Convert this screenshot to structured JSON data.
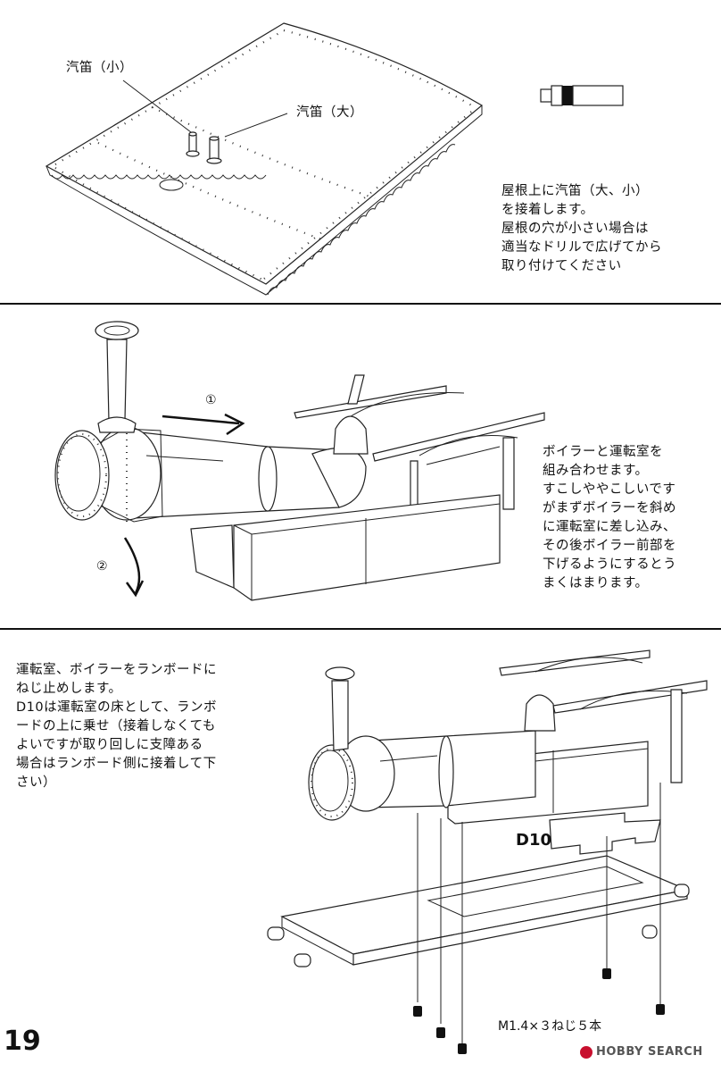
{
  "section1": {
    "label_small": "汽笛（小）",
    "label_large": "汽笛（大）",
    "instructions": [
      "屋根上に汽笛（大、小）",
      "を接着します。",
      "屋根の穴が小さい場合は",
      "適当なドリルで広げてから",
      "取り付けてください"
    ]
  },
  "section2": {
    "step1": "①",
    "step2": "②",
    "instructions": [
      "ボイラーと運転室を",
      "組み合わせます。",
      "すこしややこしいです",
      "がまずボイラーを斜め",
      "に運転室に差し込み、",
      "その後ボイラー前部を",
      "下げるようにするとう",
      "まくはまります。"
    ]
  },
  "section3": {
    "instructions": [
      "運転室、ボイラーをランボードに",
      "ねじ止めします。",
      "D10は運転室の床として、ランボ",
      "ードの上に乗せ（接着しなくても",
      "よいですが取り回しに支障ある",
      "場合はランボード側に接着して下",
      "さい）"
    ],
    "d10_label": "D10",
    "screw_label": "M1.4×３ねじ５本"
  },
  "page_number": "19",
  "watermark": "HOBBY SEARCH"
}
